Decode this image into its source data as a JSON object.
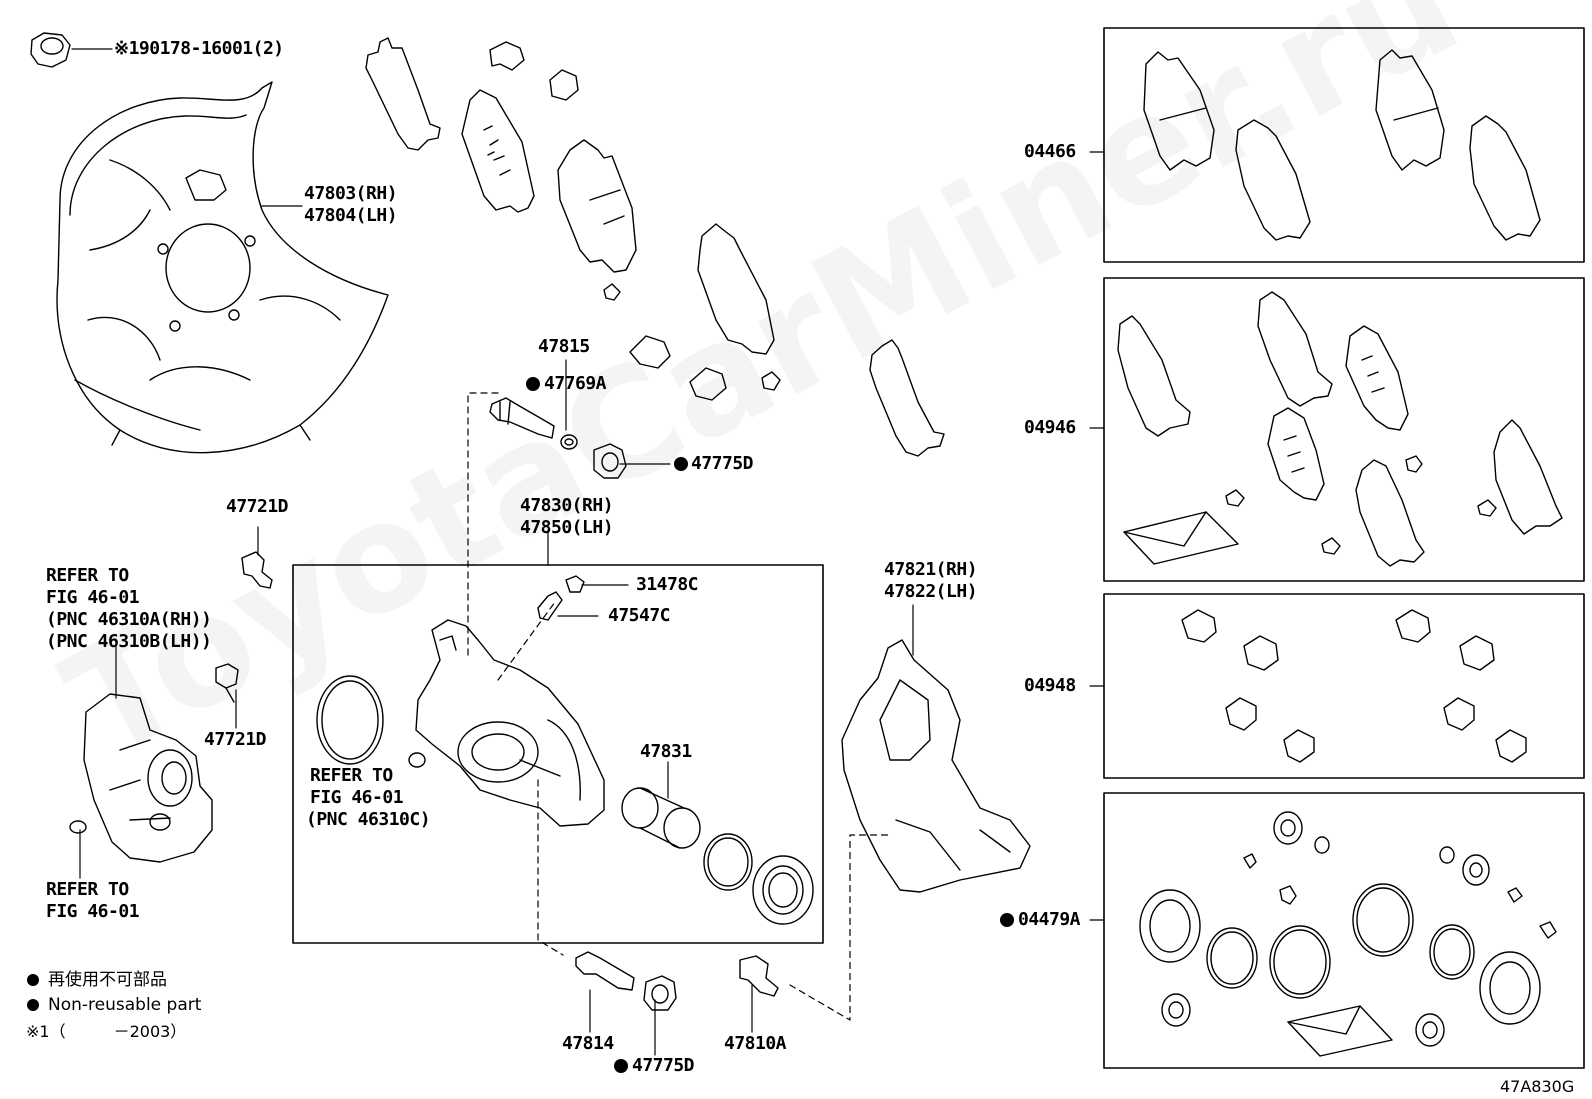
{
  "watermark": "ToyotaCarMiner.ru",
  "diagram_code": "47A830G",
  "labels": {
    "nut_ref": "※190178-16001(2)",
    "shield_rh": "47803(RH)",
    "shield_lh": "47804(LH)",
    "p47815": "47815",
    "p47769A": "47769A",
    "p47775D_top": "47775D",
    "p47721D_a": "47721D",
    "p47721D_b": "47721D",
    "refer_a_1": "REFER TO",
    "refer_a_2": "FIG 46-01",
    "refer_a_3": "(PNC 46310A(RH))",
    "refer_a_4": "(PNC 46310B(LH))",
    "refer_b_1": "REFER TO",
    "refer_b_2": "FIG 46-01",
    "caliper_rh": "47830(RH)",
    "caliper_lh": "47850(LH)",
    "p31478C": "31478C",
    "p47547C": "47547C",
    "refer_c_1": "REFER TO",
    "refer_c_2": "FIG 46-01",
    "refer_c_3": "(PNC 46310C)",
    "p47831": "47831",
    "mount_rh": "47821(RH)",
    "mount_lh": "47822(LH)",
    "p47814": "47814",
    "p47775D_bottom": "47775D",
    "p47810A": "47810A",
    "kit_04466": "04466",
    "kit_04946": "04946",
    "kit_04948": "04948",
    "kit_04479A": "04479A"
  },
  "legend": {
    "jp": "再使用不可部品",
    "en": "Non-reusable part",
    "note": "※1（　　　－2003）"
  }
}
